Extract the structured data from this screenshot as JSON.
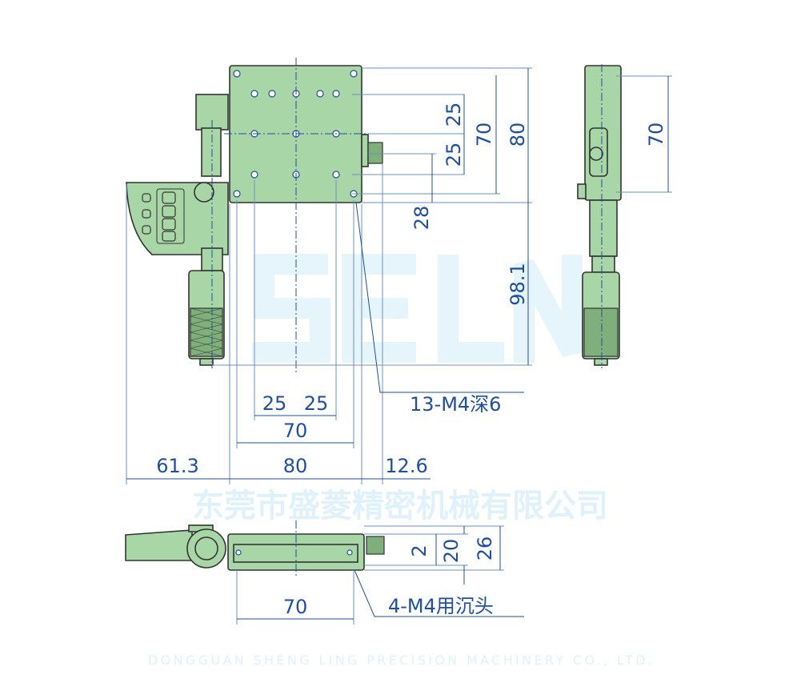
{
  "watermark": {
    "logo": "SELN",
    "company_cn": "东莞市盛菱精密机械有限公司",
    "company_en": "DONGGUAN SHENG LING PRECISION MACHINERY CO., LTD."
  },
  "colors": {
    "part": "#a9d6a6",
    "dimension": "#1f4f9e",
    "watermark": "#dff1fb"
  },
  "top_view": {
    "dims_vertical": [
      "25",
      "25",
      "70",
      "80",
      "28",
      "98.1"
    ],
    "dims_horizontal": [
      "25",
      "25",
      "70",
      "61.3",
      "80",
      "12.6"
    ],
    "callout": "13-M4深6"
  },
  "side_view": {
    "dims": [
      "70"
    ]
  },
  "front_view": {
    "dims": [
      "2",
      "20",
      "26",
      "70"
    ],
    "callout": "4-M4用沉头"
  }
}
